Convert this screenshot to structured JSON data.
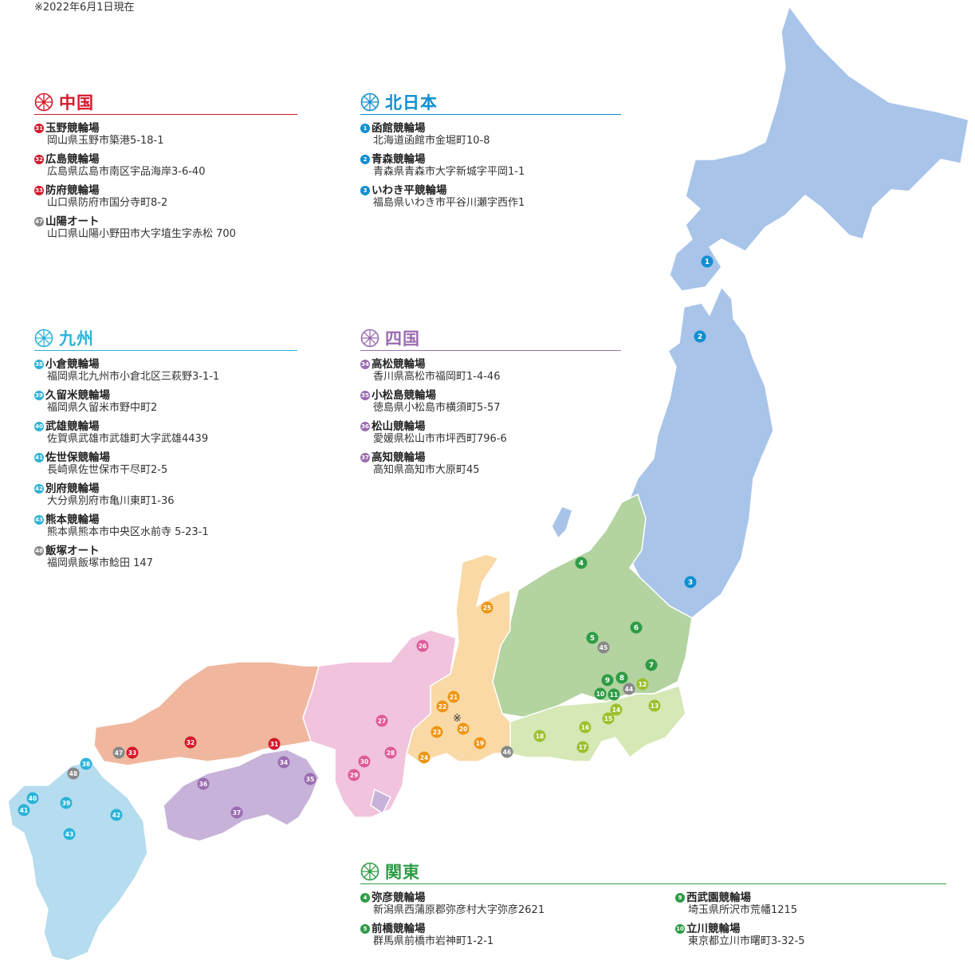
{
  "note": "※2022年6月1日現在",
  "colors": {
    "hokkaido_tohoku": "#a9c4e9",
    "kanto": "#b3d3a1",
    "kanto_light": "#d5e8b6",
    "chubu": "#f9d9a6",
    "kinki": "#f1c3dd",
    "chugoku": "#f0b79e",
    "shikoku": "#c7b2d9",
    "kyushu": "#b5dcef"
  },
  "sections": {
    "chugoku": {
      "title": "中国",
      "color": "#d7172a",
      "items": [
        {
          "num": "31",
          "name": "玉野競輪場",
          "addr": "岡山県玉野市築港5-18-1",
          "color": "#d7172a"
        },
        {
          "num": "32",
          "name": "広島競輪場",
          "addr": "広島県広島市南区宇品海岸3-6-40",
          "color": "#d7172a"
        },
        {
          "num": "33",
          "name": "防府競輪場",
          "addr": "山口県防府市国分寺町8-2",
          "color": "#d7172a"
        },
        {
          "num": "47",
          "name": "山陽オート",
          "addr": "山口県山陽小野田市大字埴生字赤松 700",
          "color": "#888888"
        }
      ]
    },
    "kita": {
      "title": "北日本",
      "color": "#0f8fd0",
      "items": [
        {
          "num": "1",
          "name": "函館競輪場",
          "addr": "北海道函館市金堀町10-8",
          "color": "#0f8fd0"
        },
        {
          "num": "2",
          "name": "青森競輪場",
          "addr": "青森県青森市大字新城字平岡1-1",
          "color": "#0f8fd0"
        },
        {
          "num": "3",
          "name": "いわき平競輪場",
          "addr": "福島県いわき市平谷川瀬字西作1",
          "color": "#0f8fd0"
        }
      ]
    },
    "kyushu": {
      "title": "九州",
      "color": "#2cb3d8",
      "items": [
        {
          "num": "38",
          "name": "小倉競輪場",
          "addr": "福岡県北九州市小倉北区三萩野3-1-1",
          "color": "#2cb3d8"
        },
        {
          "num": "39",
          "name": "久留米競輪場",
          "addr": "福岡県久留米市野中町2",
          "color": "#2cb3d8"
        },
        {
          "num": "40",
          "name": "武雄競輪場",
          "addr": "佐賀県武雄市武雄町大字武雄4439",
          "color": "#2cb3d8"
        },
        {
          "num": "41",
          "name": "佐世保競輪場",
          "addr": "長崎県佐世保市干尽町2-5",
          "color": "#2cb3d8"
        },
        {
          "num": "42",
          "name": "別府競輪場",
          "addr": "大分県別府市亀川東町1-36",
          "color": "#2cb3d8"
        },
        {
          "num": "43",
          "name": "熊本競輪場",
          "addr": "熊本県熊本市中央区水前寺 5-23-1",
          "color": "#2cb3d8"
        },
        {
          "num": "48",
          "name": "飯塚オート",
          "addr": "福岡県飯塚市鯰田 147",
          "color": "#888888"
        }
      ]
    },
    "shikoku": {
      "title": "四国",
      "color": "#9a6cb0",
      "items": [
        {
          "num": "34",
          "name": "高松競輪場",
          "addr": "香川県高松市福岡町1-4-46",
          "color": "#9a6cb0"
        },
        {
          "num": "35",
          "name": "小松島競輪場",
          "addr": "徳島県小松島市横須町5-57",
          "color": "#9a6cb0"
        },
        {
          "num": "36",
          "name": "松山競輪場",
          "addr": "愛媛県松山市市坪西町796-6",
          "color": "#9a6cb0"
        },
        {
          "num": "37",
          "name": "高知競輪場",
          "addr": "高知県高知市大原町45",
          "color": "#9a6cb0"
        }
      ]
    },
    "kanto": {
      "title": "関東",
      "color": "#2e9c46",
      "items_left": [
        {
          "num": "4",
          "name": "弥彦競輪場",
          "addr": "新潟県西蒲原郡弥彦村大字弥彦2621",
          "color": "#2e9c46"
        },
        {
          "num": "5",
          "name": "前橋競輪場",
          "addr": "群馬県前橋市岩神町1-2-1",
          "color": "#2e9c46"
        }
      ],
      "items_right": [
        {
          "num": "9",
          "name": "西武園競輪場",
          "addr": "埼玉県所沢市荒幡1215",
          "color": "#2e9c46"
        },
        {
          "num": "10",
          "name": "立川競輪場",
          "addr": "東京都立川市曙町3-32-5",
          "color": "#2e9c46"
        }
      ]
    }
  },
  "markers": [
    {
      "num": "1",
      "color": "#0f8fd0"
    },
    {
      "num": "2",
      "color": "#0f8fd0"
    },
    {
      "num": "3",
      "color": "#0f8fd0"
    },
    {
      "num": "4",
      "color": "#2e9c46"
    },
    {
      "num": "5",
      "color": "#2e9c46"
    },
    {
      "num": "6",
      "color": "#2e9c46"
    },
    {
      "num": "7",
      "color": "#2e9c46"
    },
    {
      "num": "8",
      "color": "#2e9c46"
    },
    {
      "num": "9",
      "color": "#2e9c46"
    },
    {
      "num": "10",
      "color": "#2e9c46"
    },
    {
      "num": "11",
      "color": "#2e9c46"
    },
    {
      "num": "12",
      "color": "#9cc02e"
    },
    {
      "num": "13",
      "color": "#9cc02e"
    },
    {
      "num": "14",
      "color": "#9cc02e"
    },
    {
      "num": "15",
      "color": "#9cc02e"
    },
    {
      "num": "16",
      "color": "#9cc02e"
    },
    {
      "num": "17",
      "color": "#9cc02e"
    },
    {
      "num": "18",
      "color": "#9cc02e"
    },
    {
      "num": "19",
      "color": "#ee9616"
    },
    {
      "num": "20",
      "color": "#ee9616"
    },
    {
      "num": "21",
      "color": "#ee9616"
    },
    {
      "num": "22",
      "color": "#ee9616"
    },
    {
      "num": "23",
      "color": "#ee9616"
    },
    {
      "num": "24",
      "color": "#ee9616"
    },
    {
      "num": "25",
      "color": "#ee9616"
    },
    {
      "num": "26",
      "color": "#e05a98"
    },
    {
      "num": "27",
      "color": "#e05a98"
    },
    {
      "num": "28",
      "color": "#e05a98"
    },
    {
      "num": "29",
      "color": "#e05a98"
    },
    {
      "num": "30",
      "color": "#e05a98"
    },
    {
      "num": "31",
      "color": "#d7172a"
    },
    {
      "num": "32",
      "color": "#d7172a"
    },
    {
      "num": "33",
      "color": "#d7172a"
    },
    {
      "num": "34",
      "color": "#9a6cb0"
    },
    {
      "num": "35",
      "color": "#9a6cb0"
    },
    {
      "num": "36",
      "color": "#9a6cb0"
    },
    {
      "num": "37",
      "color": "#9a6cb0"
    },
    {
      "num": "38",
      "color": "#2cb3d8"
    },
    {
      "num": "39",
      "color": "#2cb3d8"
    },
    {
      "num": "40",
      "color": "#2cb3d8"
    },
    {
      "num": "41",
      "color": "#2cb3d8"
    },
    {
      "num": "42",
      "color": "#2cb3d8"
    },
    {
      "num": "43",
      "color": "#2cb3d8"
    },
    {
      "num": "44",
      "color": "#888888"
    },
    {
      "num": "45",
      "color": "#888888"
    },
    {
      "num": "46",
      "color": "#888888"
    },
    {
      "num": "47",
      "color": "#888888"
    },
    {
      "num": "48",
      "color": "#888888"
    }
  ],
  "special_mark": "※"
}
